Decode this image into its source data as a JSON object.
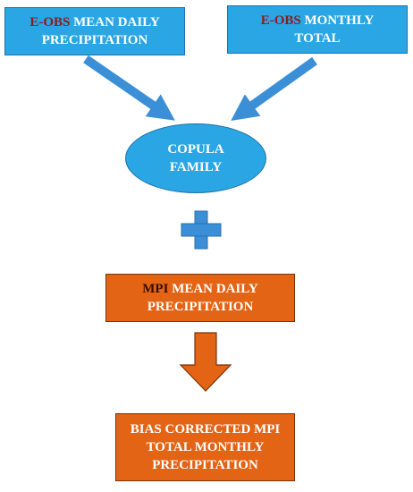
{
  "nodes": {
    "eobs_daily": {
      "highlight": "E-OBS",
      "rest": " MEAN DAILY",
      "line2": "PRECIPITATION"
    },
    "eobs_monthly": {
      "highlight": "E-OBS",
      "rest": " MONTHLY",
      "line2": "TOTAL"
    },
    "copula": {
      "line1": "COPULA",
      "line2": "FAMILY"
    },
    "mpi_daily": {
      "highlight": "MPI",
      "rest": " MEAN DAILY",
      "line2": "PRECIPITATION"
    },
    "bias_mpi": {
      "line1": "BIAS CORRECTED MPI",
      "line2": "TOTAL MONTHLY",
      "line3": "PRECIPITATION"
    }
  },
  "colors": {
    "blue_fill": "#29a6e3",
    "blue_border": "#1f73a8",
    "orange_fill": "#e36415",
    "orange_border": "#7a3207",
    "arrow_blue": "#3a8fd6",
    "highlight_red": "#8e1b20"
  },
  "icons": {
    "plus": "plus-icon",
    "down_arrow": "down-arrow-icon"
  }
}
